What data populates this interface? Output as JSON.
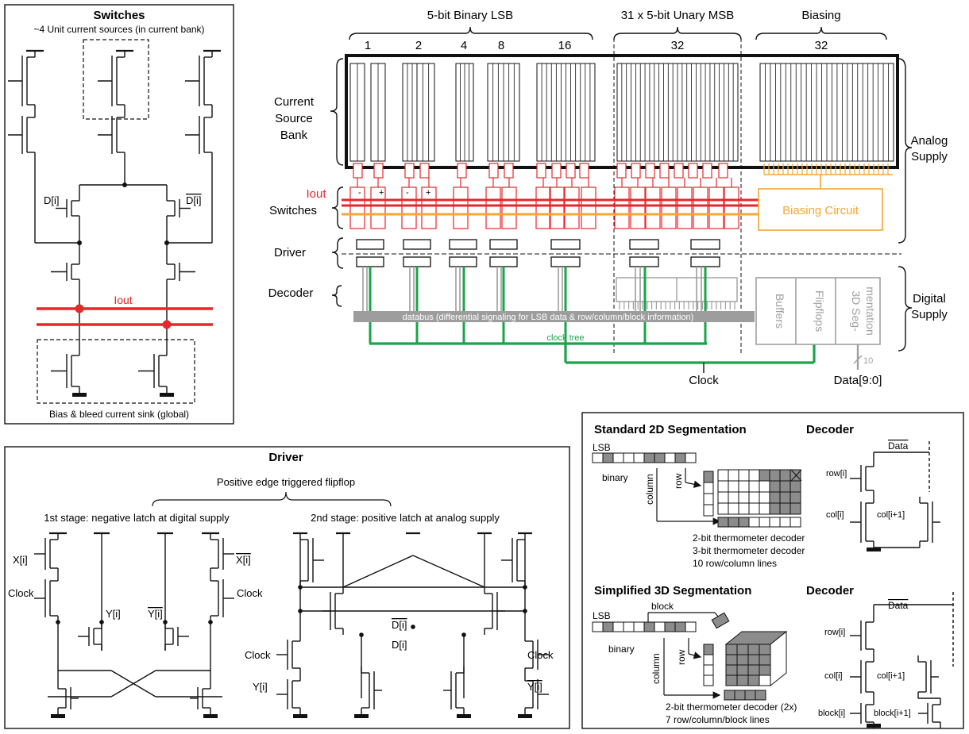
{
  "switches_panel": {
    "title": "Switches",
    "subtitle": "~4 Unit current sources (in current bank)",
    "label_d": "D[i]",
    "label_dbar": "D[i]",
    "label_iout": "Iout",
    "footer": "Bias & bleed current sink (global)"
  },
  "top": {
    "groups": {
      "lsb": "5-bit Binary LSB",
      "msb": "31 x 5-bit Unary MSB",
      "bias": "Biasing"
    },
    "weights": [
      "1",
      "2",
      "4",
      "8",
      "16",
      "32",
      "32"
    ],
    "rows": {
      "bank": [
        "Current",
        "Source",
        "Bank"
      ],
      "switches": "Switches",
      "iout": "Iout",
      "driver": "Driver",
      "decoder": "Decoder"
    },
    "sign_minus": "-",
    "sign_plus": "+",
    "biasing_circuit": "Biasing Circuit",
    "databus": "databus (differential signaling for LSB data & row/column/block information)",
    "clock_tree": "clock tree",
    "clock": "Clock",
    "data": "Data[9:0]",
    "bus_width": "10",
    "digital_blocks": {
      "buffers": "Buffers",
      "flipflops": "Flipflops",
      "seg": [
        "3D Seg-",
        "mentation"
      ]
    },
    "supplies": {
      "analog": [
        "Analog",
        "Supply"
      ],
      "digital": [
        "Digital",
        "Supply"
      ]
    }
  },
  "driver_panel": {
    "title": "Driver",
    "subtitle": "Positive edge triggered flipflop",
    "stage1": "1st stage: negative latch at digital supply",
    "stage2": "2nd stage: positive latch at analog supply",
    "labels": {
      "x": "X[i]",
      "xbar": "X[i]",
      "clock": "Clock",
      "y": "Y[i]",
      "ybar": "Y[i]",
      "d": "D[i]",
      "dbar": "D[i]"
    }
  },
  "seg_panel": {
    "std_title": "Standard 2D Segmentation",
    "simp_title": "Simplified 3D Segmentation",
    "decoder_title": "Decoder",
    "lsb": "LSB",
    "binary": "binary",
    "column": "column",
    "row": "row",
    "block": "block",
    "std_notes": [
      "2-bit thermometer decoder",
      "3-bit thermometer decoder",
      "10 row/column lines"
    ],
    "simp_notes": [
      "2-bit thermometer decoder (2x)",
      "7 row/column/block lines"
    ],
    "dec_labels": {
      "data": "Data",
      "row": "row[i]",
      "col": "col[i]",
      "col_next": "col[i+1]",
      "block": "block[i]",
      "block_next": "block[i+1]"
    }
  },
  "colors": {
    "iout_red": "#e8262b",
    "bias_orange": "#f5a733",
    "clock_green": "#1aa54a",
    "bus_gray": "#9d9d9d",
    "block_gray": "#a0a0a0",
    "cell_gray": "#8c8c8c"
  }
}
